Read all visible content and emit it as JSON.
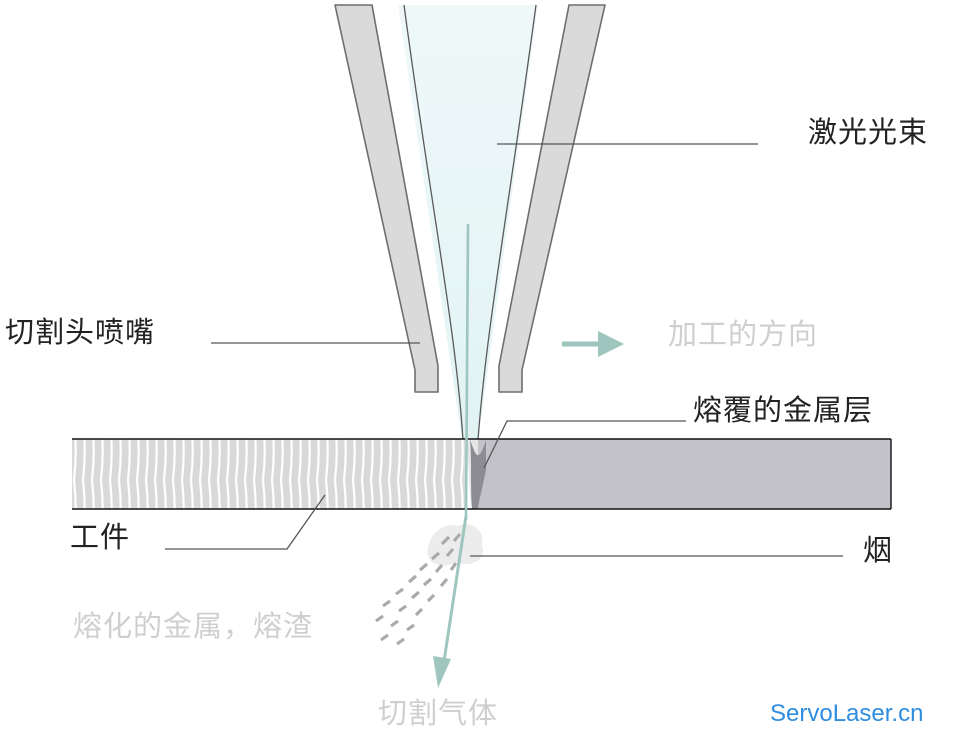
{
  "labels": {
    "laser_beam": "激光光束",
    "nozzle": "切割头喷嘴",
    "direction": "加工的方向",
    "clad_layer": "熔覆的金属层",
    "workpiece": "工件",
    "smoke": "烟",
    "molten_metal": "熔化的金属，熔渣",
    "cutting_gas": "切割气体"
  },
  "watermark": "ServoLaser.cn",
  "colors": {
    "nozzle_fill": "#dadada",
    "nozzle_stroke": "#6e6e6e",
    "beam": "#e6f5f6",
    "gas_arrow": "#9ec6be",
    "workpiece_solid": "#c3c2c8",
    "workpiece_cut": "#d9d9d9",
    "leader_line": "#555555",
    "label_dark": "#222222",
    "label_light": "#cfcfcf",
    "watermark": "#2f8de0"
  }
}
